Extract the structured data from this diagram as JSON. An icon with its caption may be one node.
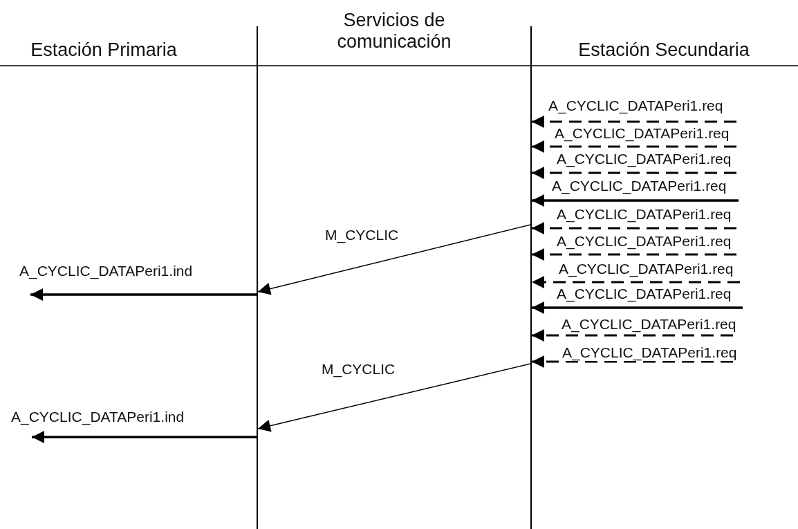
{
  "diagram": {
    "nodes": [
      {
        "text": [],
        "shape": "bar"
      },
      {
        "text": [],
        "shape": "bar"
      }
    ],
    "edges": [
      {
        "from": null,
        "to": 1,
        "arrow": "to",
        "label": "A_CYCLIC_DATAPeri1.req",
        "style": "dashed"
      },
      {
        "from": null,
        "to": 1,
        "arrow": "to",
        "label": "A_CYCLIC_DATAPeri1.req",
        "style": "dashed"
      },
      {
        "from": null,
        "to": 1,
        "arrow": "to",
        "label": "A_CYCLIC_DATAPeri1.req",
        "style": "dashed"
      },
      {
        "from": null,
        "to": 1,
        "arrow": "to",
        "label": "A_CYCLIC_DATAPeri1.req"
      },
      {
        "from": 1,
        "to": 0,
        "arrow": "to",
        "label": "M_CYCLIC"
      },
      {
        "from": null,
        "to": 1,
        "arrow": "to",
        "label": "A_CYCLIC_DATAPeri1.req",
        "style": "dashed"
      },
      {
        "from": 0,
        "to": null,
        "arrow": "to",
        "label": "A_CYCLIC_DATAPeri1.ind"
      },
      {
        "from": null,
        "to": 1,
        "arrow": "to",
        "label": "A_CYCLIC_DATAPeri1.req",
        "style": "dashed"
      },
      {
        "from": null,
        "to": 1,
        "arrow": "to",
        "label": "A_CYCLIC_DATAPeri1.req",
        "style": "dashed"
      },
      {
        "from": null,
        "to": 1,
        "arrow": "to",
        "label": "A_CYCLIC_DATAPeri1.req"
      },
      {
        "from": 1,
        "to": 0,
        "arrow": "to",
        "label": "M_CYCLIC"
      },
      {
        "from": null,
        "to": 1,
        "arrow": "to",
        "label": "A_CYCLIC_DATAPeri1.req",
        "style": "dashed"
      },
      {
        "from": 0,
        "to": null,
        "arrow": "to",
        "label": "A_CYCLIC_DATAPeri1.ind"
      },
      {
        "from": null,
        "to": 1,
        "arrow": "to",
        "label": "A_CYCLIC_DATAPeri1.req",
        "style": "dashed"
      }
    ],
    "labels": [
      "Estación Primaria",
      "Servicios de comunicación",
      "Estación Secundaria"
    ]
  }
}
